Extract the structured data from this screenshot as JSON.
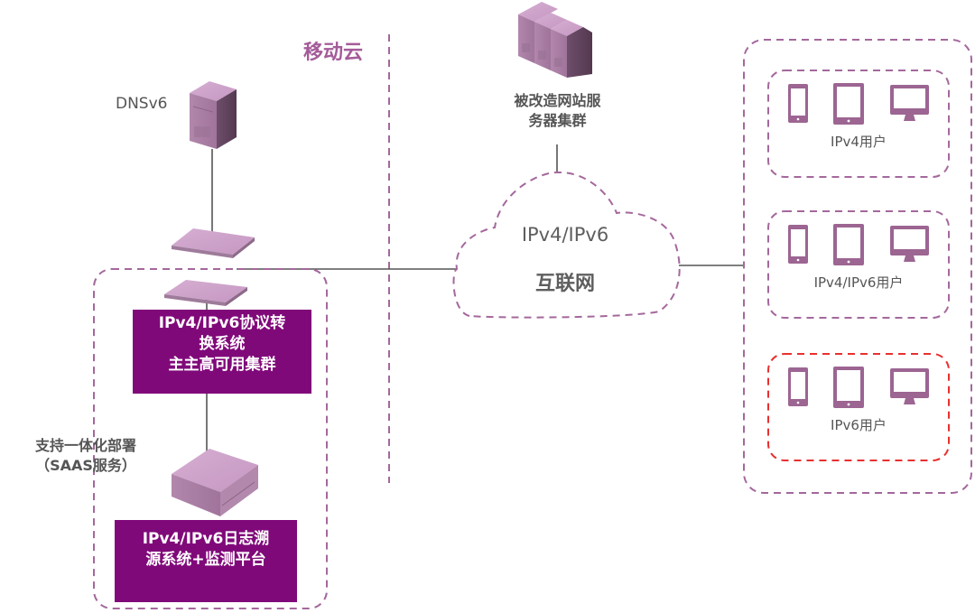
{
  "zone": {
    "mobile_cloud_label": "移动云"
  },
  "nodes": {
    "dns": {
      "label": "DNSv6",
      "icon": "tower-server-icon"
    },
    "website_cluster": {
      "label": "被改造网站服\n务器集群",
      "icon": "server-cluster-icon"
    },
    "internet": {
      "line1": "IPv4/IPv6",
      "line2": "互联网",
      "icon": "cloud-icon"
    },
    "protocol_system": {
      "label": "IPv4/IPv6协议转\n换系统\n主主高可用集群",
      "icon": "switch-icon"
    },
    "log_system": {
      "label": "IPv4/IPv6日志溯\n源系统+监测平台",
      "icon": "appliance-icon"
    },
    "deployment_note": {
      "label": "支持一体化部署\n（SAAS服务）"
    }
  },
  "user_groups": [
    {
      "label": "IPv4用户",
      "border_color": "#a4689c",
      "devices": [
        "phone-icon",
        "tablet-icon",
        "monitor-icon"
      ]
    },
    {
      "label": "IPv4/IPv6用户",
      "border_color": "#a4689c",
      "devices": [
        "phone-icon",
        "tablet-icon",
        "monitor-icon"
      ]
    },
    {
      "label": "IPv6用户",
      "border_color": "#e8302f",
      "devices": [
        "phone-icon",
        "tablet-icon",
        "monitor-icon"
      ]
    }
  ],
  "colors": {
    "accent_purple": "#80097a",
    "dashed_purple": "#a4689c",
    "device_purple": "#9c6592",
    "highlight_red": "#e8302f",
    "text_gray": "#555555"
  }
}
